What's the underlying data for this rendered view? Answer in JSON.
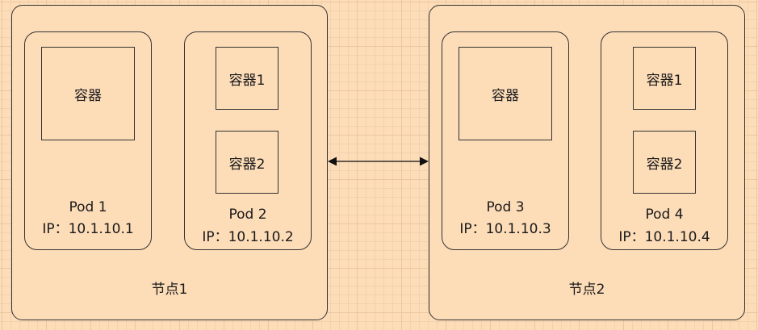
{
  "nodes": [
    {
      "label": "节点1",
      "pods": [
        {
          "name": "Pod 1",
          "ip": "IP：10.1.10.1",
          "containers": [
            "容器"
          ]
        },
        {
          "name": "Pod 2",
          "ip": "IP：10.1.10.2",
          "containers": [
            "容器1",
            "容器2"
          ]
        }
      ]
    },
    {
      "label": "节点2",
      "pods": [
        {
          "name": "Pod 3",
          "ip": "IP：10.1.10.3",
          "containers": [
            "容器"
          ]
        },
        {
          "name": "Pod 4",
          "ip": "IP：10.1.10.4",
          "containers": [
            "容器1",
            "容器2"
          ]
        }
      ]
    }
  ],
  "connector": {
    "type": "bidirectional-arrow",
    "from": "节点1",
    "to": "节点2"
  }
}
